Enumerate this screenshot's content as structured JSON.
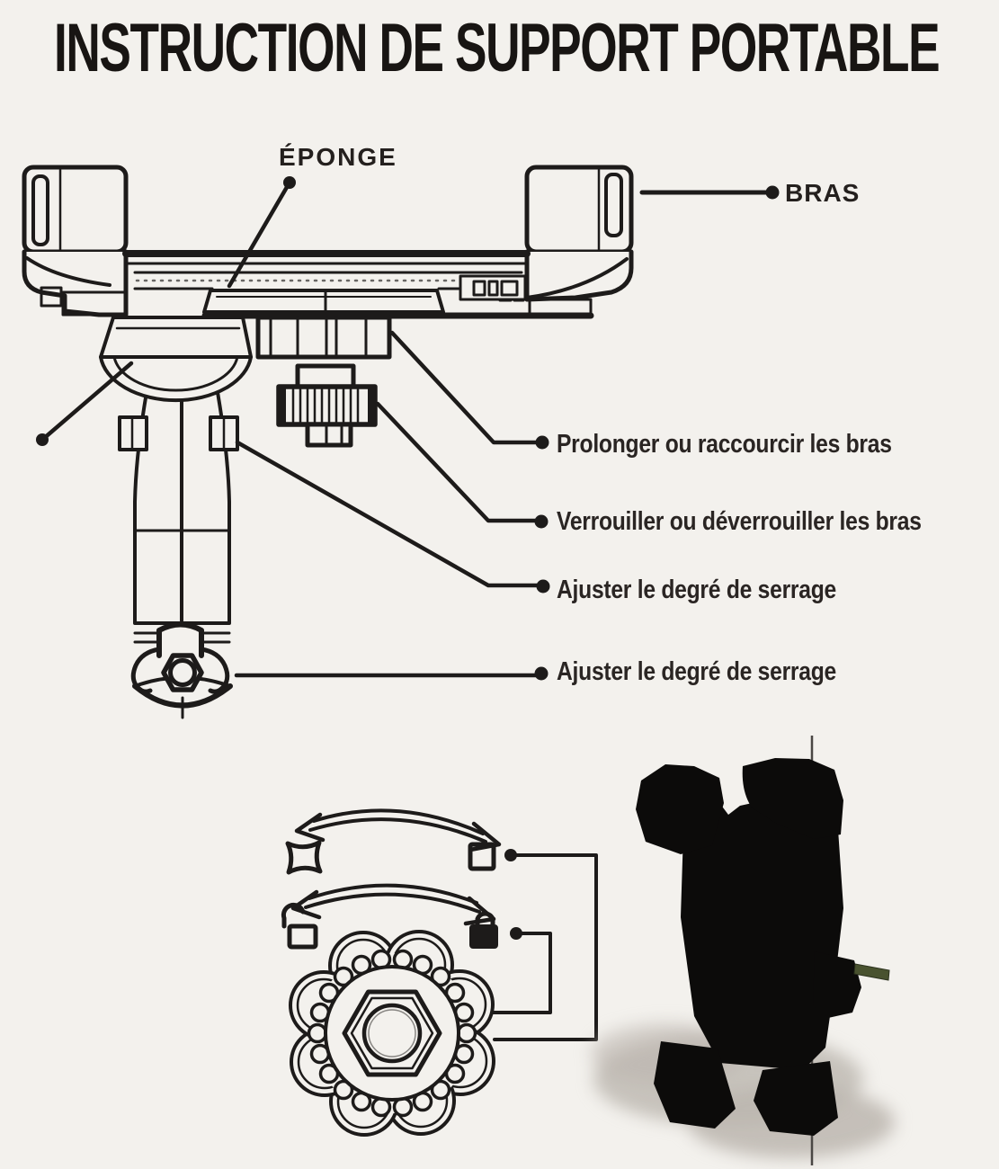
{
  "page": {
    "title": "INSTRUCTION DE SUPPORT PORTABLE"
  },
  "diagram": {
    "part_labels": {
      "eponge": "ÉPONGE",
      "bras": "BRAS"
    },
    "callouts": [
      {
        "text": "Prolonger ou raccourcir les bras"
      },
      {
        "text": "Verrouiller ou déverrouiller les bras"
      },
      {
        "text": "Ajuster le degré de serrage"
      },
      {
        "text": "Ajuster le degré de serrage"
      }
    ],
    "detail_icons": [
      "curved-double-arrow-icon",
      "loose-square-icon",
      "tight-square-icon",
      "open-padlock-icon",
      "closed-padlock-icon",
      "knurled-knob-drawing"
    ],
    "colors": {
      "paper": "#f3f1ed",
      "ink": "#1d1b1a",
      "product_black": "#0c0b0a",
      "screw_green": "#49522f"
    }
  }
}
